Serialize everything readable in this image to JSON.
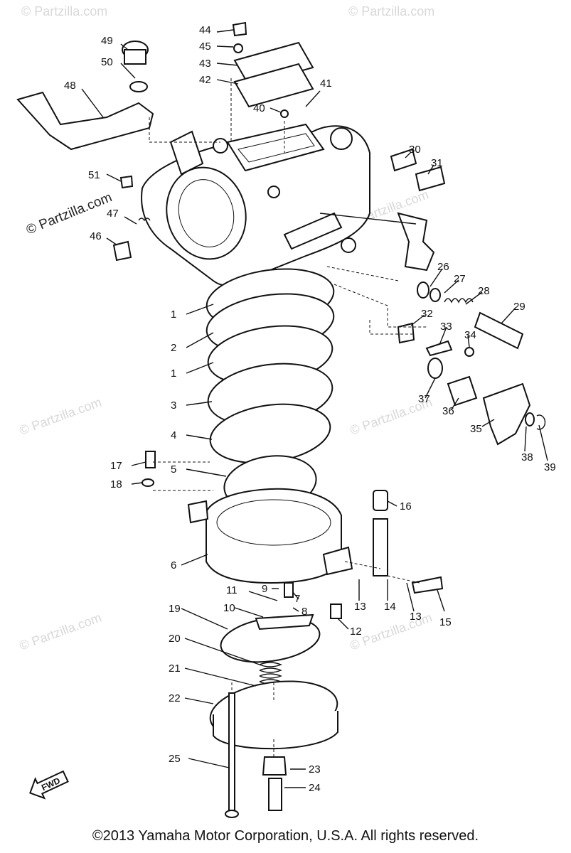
{
  "watermarks": {
    "brand": "© Partzilla.com",
    "brand_side": "© Partzilla.com"
  },
  "fwd_marker": "FWD",
  "copyright": "©2013 Yamaha Motor Corporation, U.S.A. All rights reserved.",
  "callouts": [
    "1",
    "2",
    "1",
    "3",
    "4",
    "5",
    "6",
    "7",
    "8",
    "9",
    "10",
    "11",
    "12",
    "13",
    "14",
    "13",
    "15",
    "16",
    "17",
    "18",
    "19",
    "20",
    "21",
    "22",
    "23",
    "24",
    "25",
    "26",
    "27",
    "28",
    "29",
    "30",
    "31",
    "32",
    "33",
    "34",
    "35",
    "36",
    "37",
    "38",
    "39",
    "40",
    "41",
    "42",
    "43",
    "44",
    "45",
    "46",
    "47",
    "48",
    "49",
    "50",
    "51"
  ]
}
